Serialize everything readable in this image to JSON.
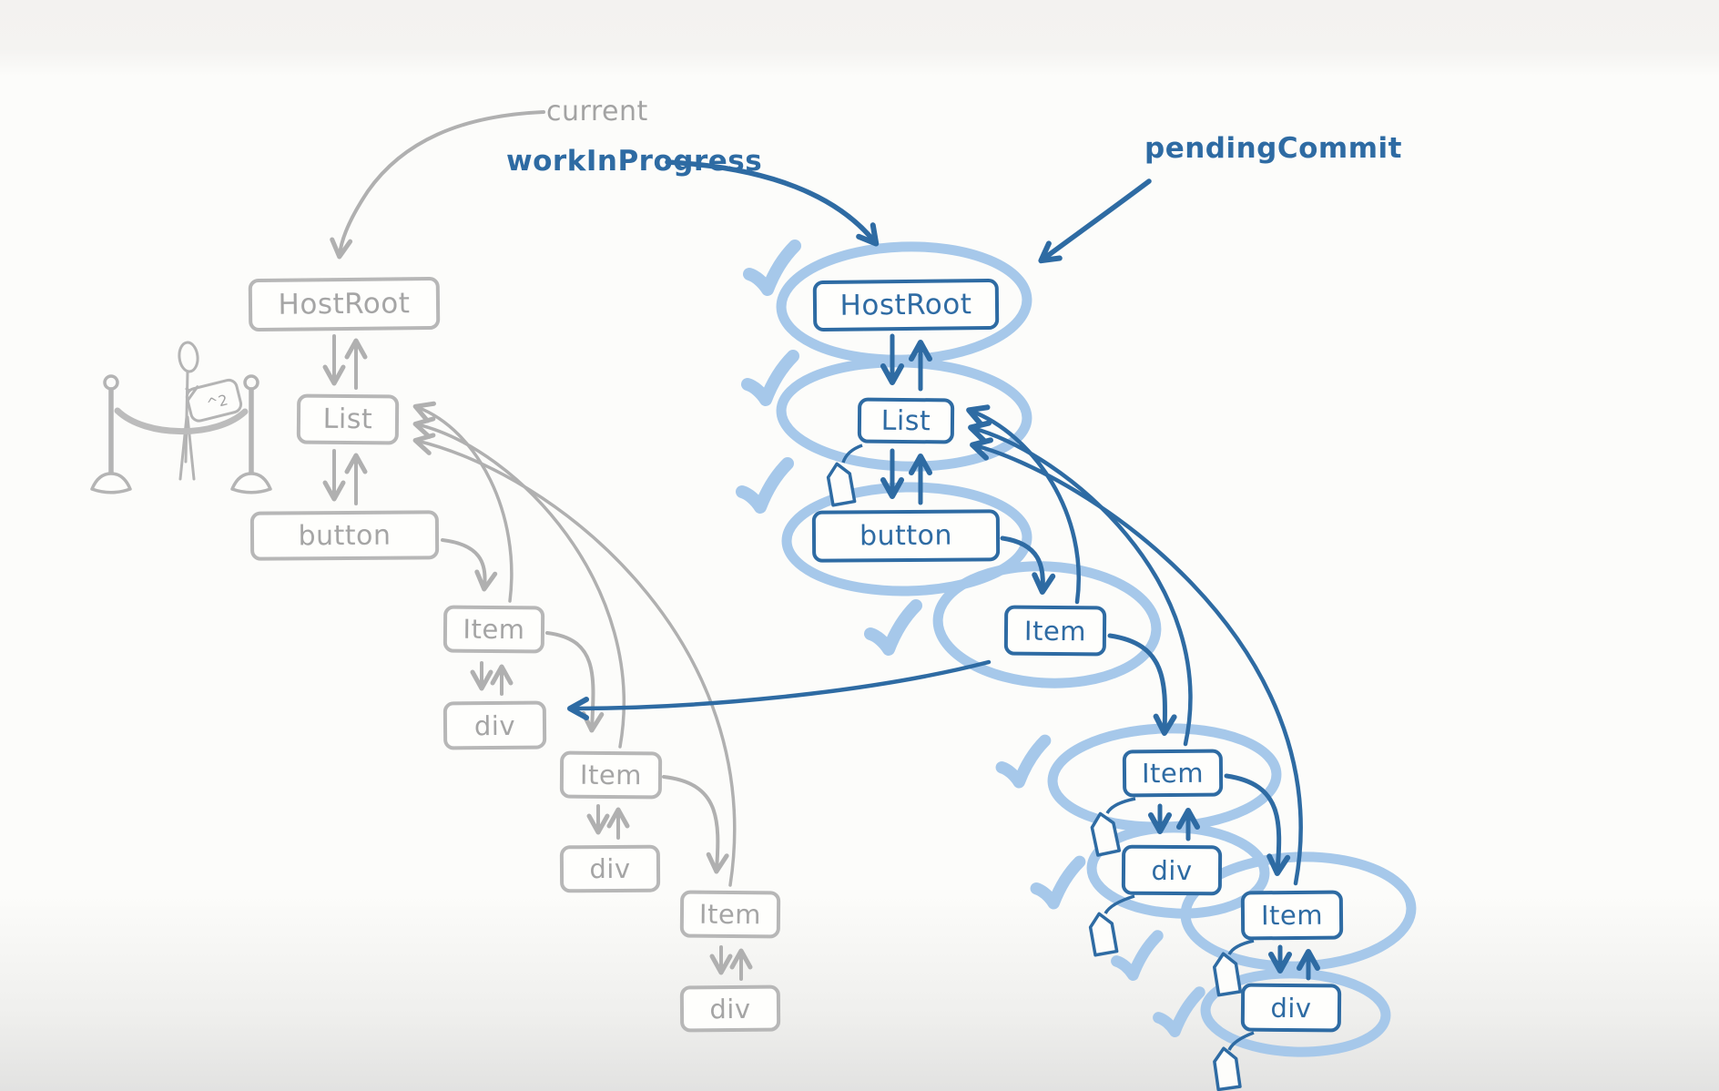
{
  "callouts": {
    "current": "current",
    "work_in_progress": "workInProgress",
    "pending_commit": "pendingCommit"
  },
  "left_tree": {
    "nodes": [
      {
        "label": "HostRoot"
      },
      {
        "label": "List"
      },
      {
        "label": "button"
      },
      {
        "label": "Item"
      },
      {
        "label": "div"
      },
      {
        "label": "Item"
      },
      {
        "label": "div"
      },
      {
        "label": "Item"
      },
      {
        "label": "div"
      }
    ]
  },
  "right_tree": {
    "nodes": [
      {
        "label": "HostRoot"
      },
      {
        "label": "List"
      },
      {
        "label": "button"
      },
      {
        "label": "Item"
      },
      {
        "label": "Item"
      },
      {
        "label": "div"
      },
      {
        "label": "Item"
      },
      {
        "label": "div"
      }
    ]
  },
  "figure": {
    "badge_text": "^2"
  },
  "colors": {
    "blue": "#2e6ba3",
    "light_blue": "#a6c8ea",
    "gray": "#b7b7b7",
    "gray_text": "#a3a3a3"
  }
}
